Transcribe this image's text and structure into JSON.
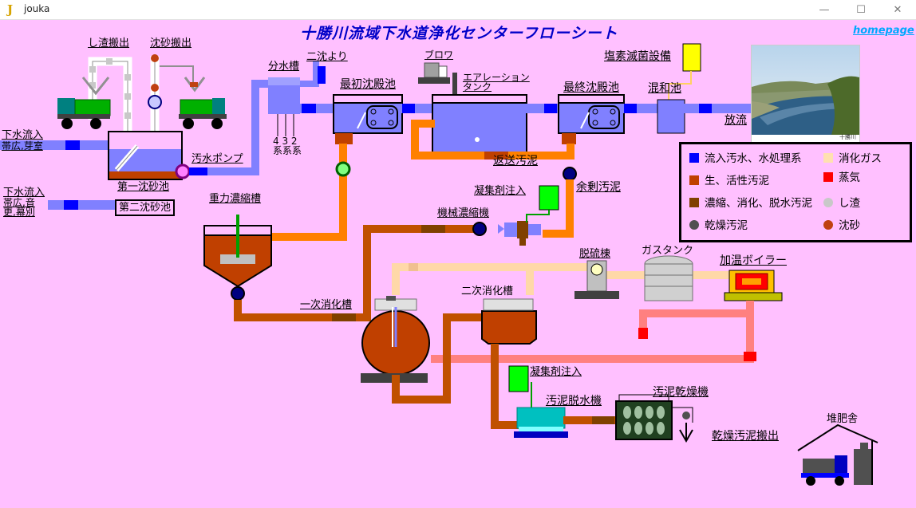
{
  "window": {
    "app_icon": "J",
    "title": "jouka"
  },
  "header": {
    "title": "十勝川流域下水道浄化センターフローシート",
    "homepage_link": "homepage"
  },
  "labels": {
    "shisa_out": "し渣搬出",
    "chinsa_out": "沈砂搬出",
    "inflow1_a": "下水流入",
    "inflow1_b": "帯広,芽室",
    "inflow2_a": "下水流入",
    "inflow2_b": "帯広,音",
    "inflow2_c": "更,幕別",
    "first_grit": "第一沈砂池",
    "second_grit": "第二沈砂池",
    "sewage_pump": "汚水ポンプ",
    "distribution_tank": "分水槽",
    "from_secondary": "二沈より",
    "series": "4 3 2",
    "series_unit": "系系系",
    "primary_clarifier": "最初沈殿池",
    "blower": "ブロワ",
    "aeration_a": "エアレーション",
    "aeration_b": "タンク",
    "final_clarifier": "最終沈殿池",
    "chlorine": "塩素滅菌設備",
    "mixing": "混和池",
    "discharge": "放流",
    "return_sludge": "返送汚泥",
    "excess_sludge": "余剰汚泥",
    "coagulant1": "凝集剤注入",
    "gravity_thickener": "重力濃縮槽",
    "mech_thickener": "機械濃縮機",
    "desulfurization": "脱硫棟",
    "gas_tank": "ガスタンク",
    "boiler": "加温ボイラー",
    "digester1": "一次消化槽",
    "digester2": "二次消化槽",
    "coagulant2": "凝集剤注入",
    "dewatering": "汚泥脱水機",
    "dryer": "汚泥乾燥機",
    "dried_out": "乾燥汚泥搬出",
    "compost": "堆肥舎",
    "photo_caption": "十勝川"
  },
  "legend": [
    {
      "label": "流入汚水、水処理系",
      "color": "#0000ff",
      "shape": "square"
    },
    {
      "label": "消化ガス",
      "color": "#ffe0b0",
      "shape": "square"
    },
    {
      "label": "生、活性汚泥",
      "color": "#c04000",
      "shape": "square"
    },
    {
      "label": "蒸気",
      "color": "#ff0000",
      "shape": "square"
    },
    {
      "label": "濃縮、消化、脱水汚泥",
      "color": "#804000",
      "shape": "square"
    },
    {
      "label": "し渣",
      "color": "#c8c8c8",
      "shape": "circle"
    },
    {
      "label": "乾燥汚泥",
      "color": "#505050",
      "shape": "circle"
    },
    {
      "label": "沈砂",
      "color": "#c04010",
      "shape": "circle"
    }
  ],
  "colors": {
    "background": "#ffc0ff",
    "water_line": "#8080ff",
    "water_flow": "#0000ff",
    "raw_sludge": "#c04000",
    "return_sludge": "#ff8000",
    "digested_sludge": "#c05000",
    "gas_line": "#ffd8a8",
    "steam_line": "#ff8080"
  }
}
